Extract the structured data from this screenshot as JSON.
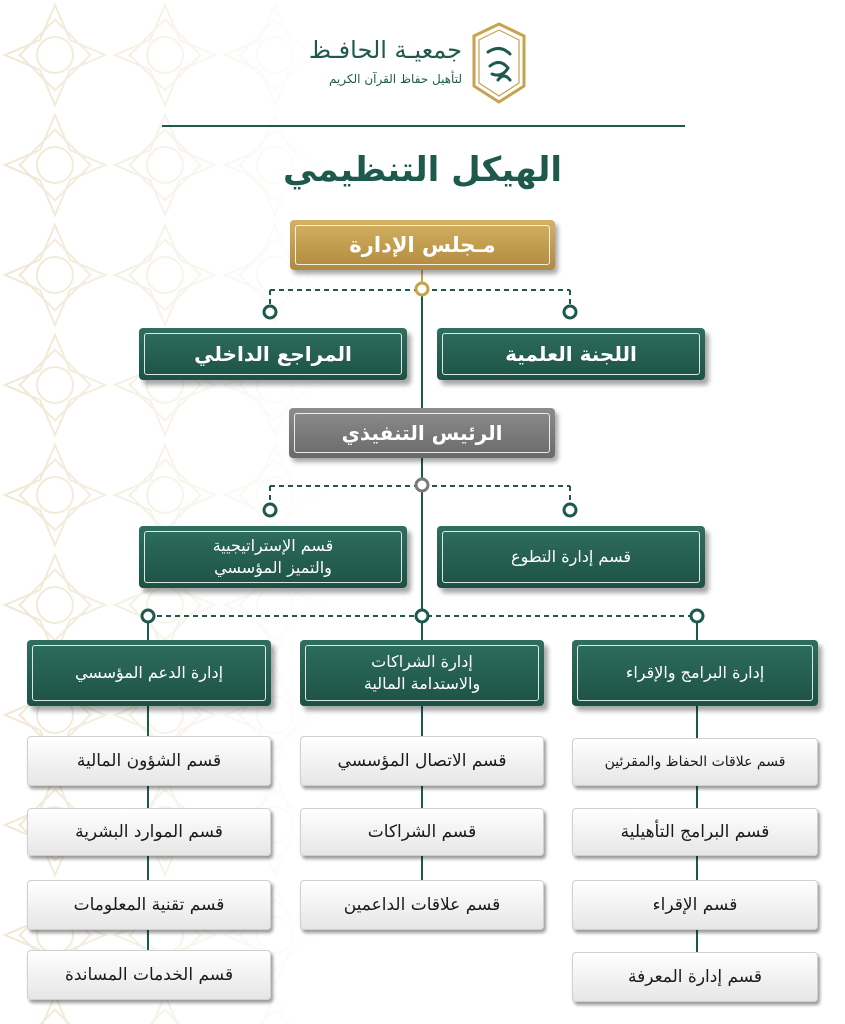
{
  "header": {
    "org_name": "جمعيـة الحافـظ",
    "org_subtitle": "لتأهيل حفاظ القرآن الكريم",
    "logo_icon": "hafiz-calligraphy-logo"
  },
  "title": "الهيكل التنظيمي",
  "board": "مـجلس الإدارة",
  "committees": {
    "scientific": "اللجنة العلمية",
    "audit": "المراجع الداخلي"
  },
  "ceo": "الرئيس التنفيذي",
  "ceo_sections": {
    "volunteering": "قسم إدارة التطوع",
    "strategy_line1": "قسم الإستراتيجيية",
    "strategy_line2": "والتميز المؤسسي"
  },
  "departments": {
    "programs": {
      "name": "إدارة البرامج والإقراء",
      "sections": [
        "قسم علاقات الحفاظ والمقرئين",
        "قسم البرامج التأهيلية",
        "قسم الإقراء",
        "قسم إدارة المعرفة"
      ]
    },
    "partnerships": {
      "name_line1": "إدارة الشراكات",
      "name_line2": "والاستدامة المالية",
      "sections": [
        "قسم الاتصال المؤسسي",
        "قسم الشراكات",
        "قسم علاقات الداعمين"
      ]
    },
    "support": {
      "name": "إدارة الدعم المؤسسي",
      "sections": [
        "قسم الشؤون المالية",
        "قسم الموارد البشرية",
        "قسم تقنية المعلومات",
        "قسم الخدمات المساندة"
      ]
    }
  },
  "colors": {
    "brand_green": "#1e5a4c",
    "gold": "#c7a24f",
    "grey": "#7a7a7a"
  }
}
